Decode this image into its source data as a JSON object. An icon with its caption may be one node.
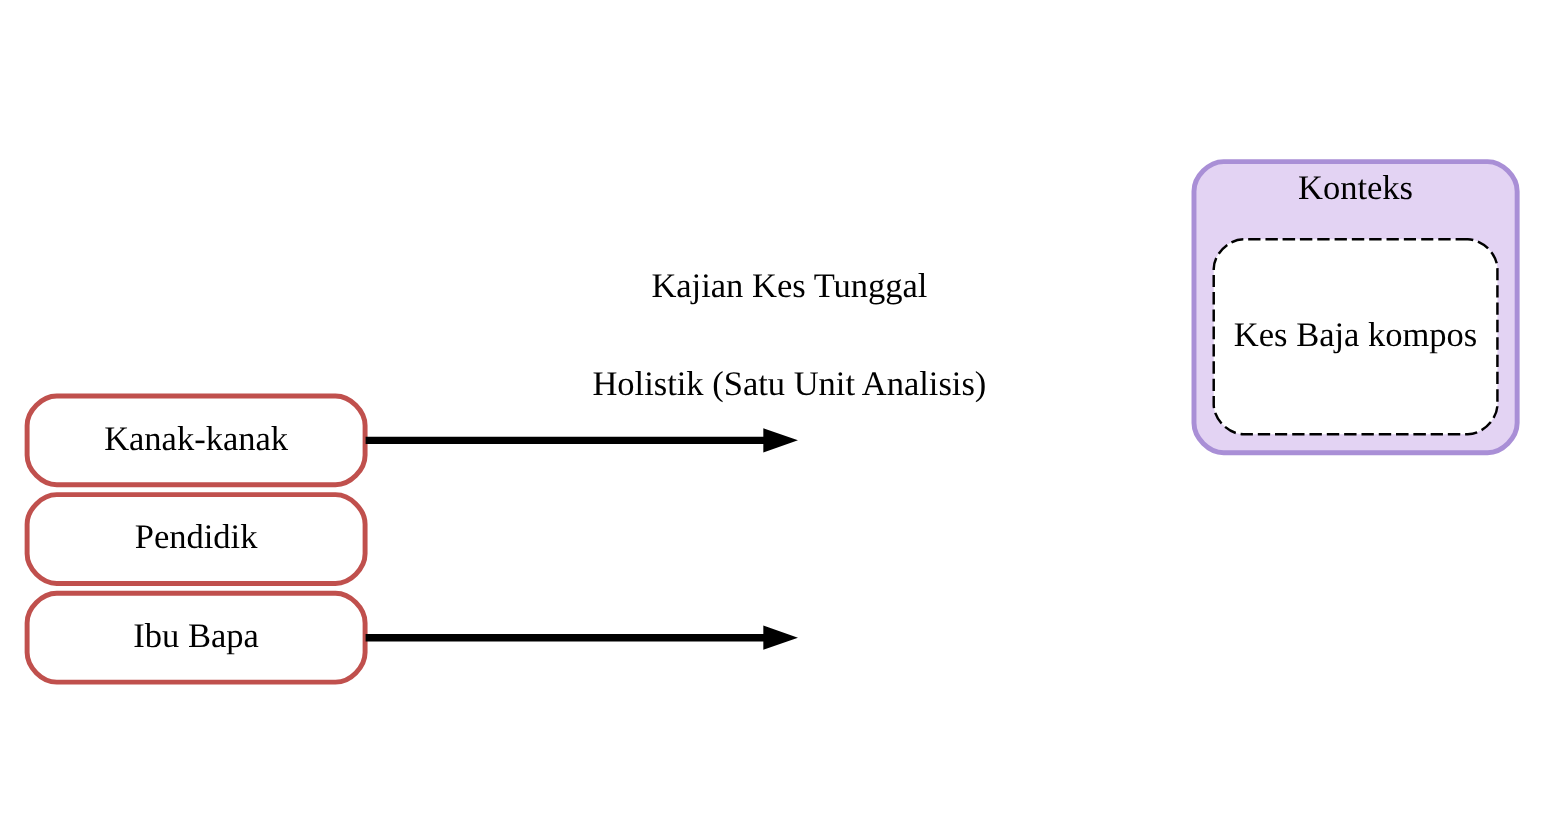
{
  "diagram": {
    "nodes": [
      {
        "text": [
          "Kanak-kanak"
        ]
      },
      {
        "text": [
          "Pendidik"
        ]
      },
      {
        "text": [
          "Ibu Bapa"
        ]
      },
      {
        "text": [
          "Konteks"
        ]
      },
      {
        "text": [
          "Kes Baja kompos"
        ],
        "in": 3
      }
    ],
    "edges": [
      {
        "from": 0,
        "to": null,
        "arrow": "to"
      },
      {
        "from": 2,
        "to": null,
        "arrow": "to"
      }
    ],
    "labels": [
      "Kajian Kes Tunggal",
      "Holistik (Satu Unit Analisis)"
    ]
  }
}
